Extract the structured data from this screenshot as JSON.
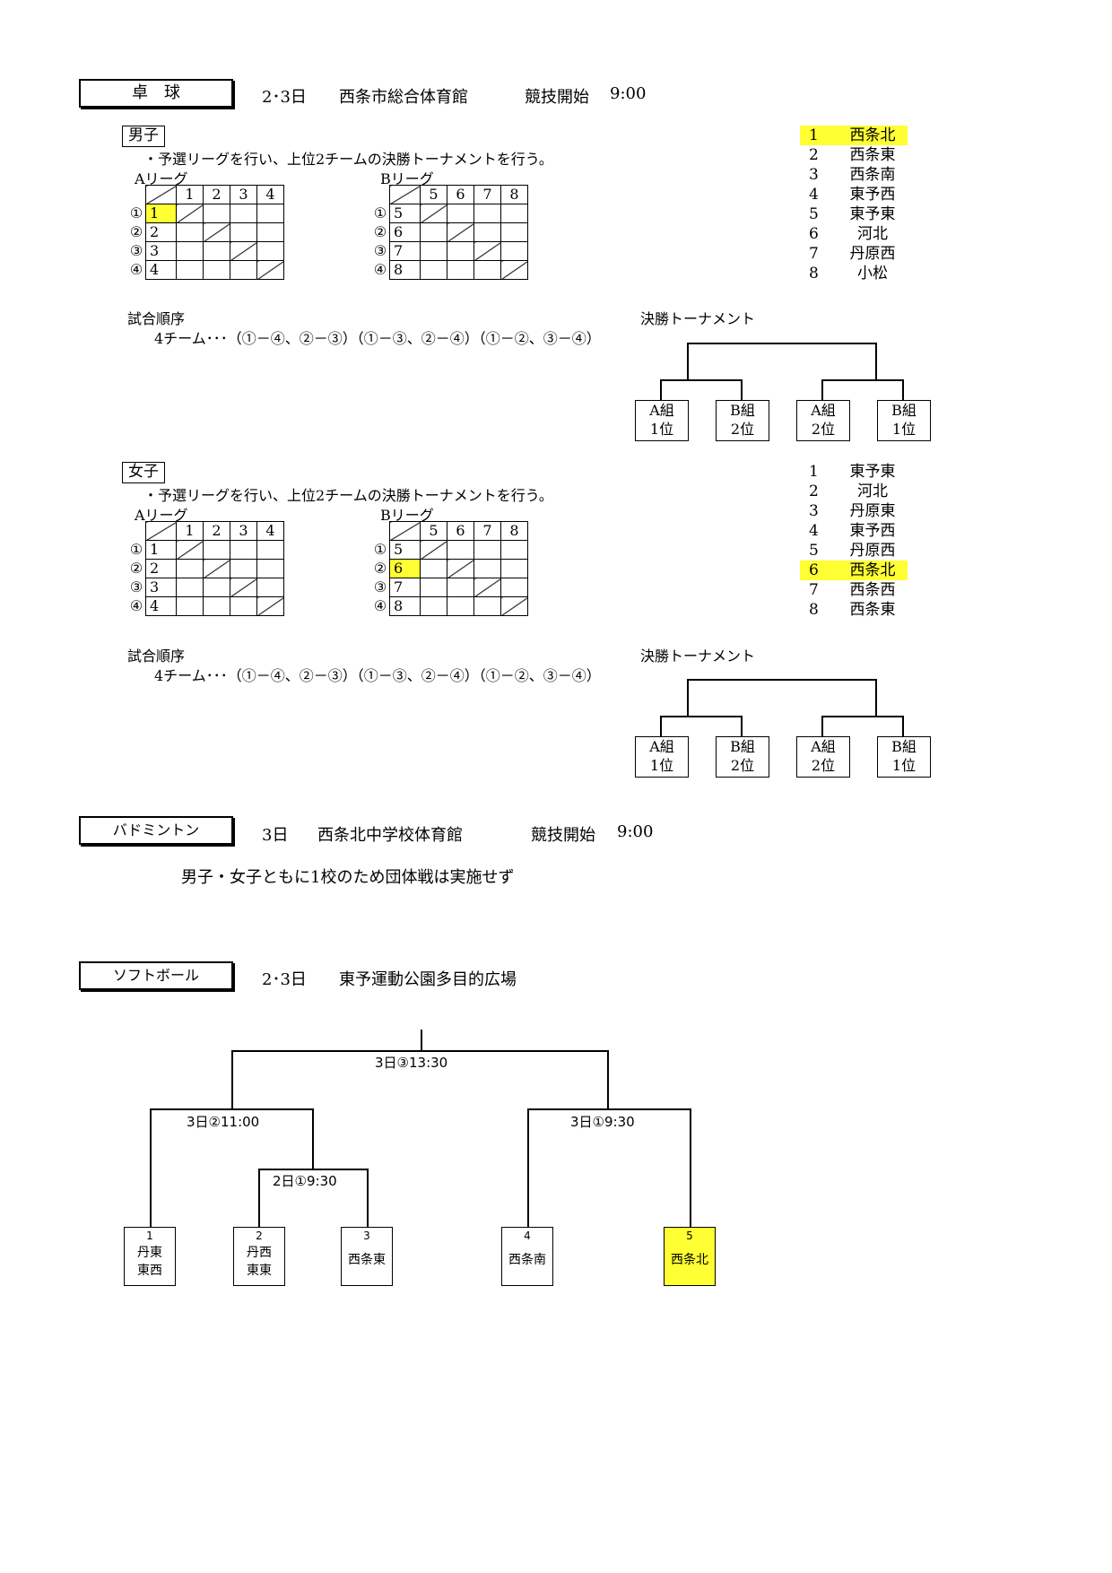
{
  "table_tennis": {
    "title": "卓　球",
    "days": "2･3日",
    "venue": "西条市総合体育館",
    "start": "競技開始",
    "start_time": "9:00",
    "boys": {
      "label": "男子",
      "note": "・予選リーグを行い、上位2チームの決勝トーナメントを行う。",
      "league_a_label": "Aリーグ",
      "league_b_label": "Bリーグ",
      "league_a_cols": [
        "1",
        "2",
        "3",
        "4"
      ],
      "league_b_cols": [
        "5",
        "6",
        "7",
        "8"
      ],
      "row_marks": [
        "①",
        "②",
        "③",
        "④"
      ],
      "league_a_rows": [
        "1",
        "2",
        "3",
        "4"
      ],
      "league_b_rows": [
        "5",
        "6",
        "7",
        "8"
      ],
      "order_label": "試合順序",
      "order_text": "4チーム･･･（①－④、②－③）（①－③、②－④）（①－②、③－④）",
      "tournament_label": "決勝トーナメント",
      "tournament_boxes": [
        [
          "A組",
          "1位"
        ],
        [
          "B組",
          "2位"
        ],
        [
          "A組",
          "2位"
        ],
        [
          "B組",
          "1位"
        ]
      ],
      "teams": [
        {
          "n": "1",
          "t": "西条北"
        },
        {
          "n": "2",
          "t": "西条東"
        },
        {
          "n": "3",
          "t": "西条南"
        },
        {
          "n": "4",
          "t": "東予西"
        },
        {
          "n": "5",
          "t": "東予東"
        },
        {
          "n": "6",
          "t": "河北"
        },
        {
          "n": "7",
          "t": "丹原西"
        },
        {
          "n": "8",
          "t": "小松"
        }
      ]
    },
    "girls": {
      "label": "女子",
      "note": "・予選リーグを行い、上位2チームの決勝トーナメントを行う。",
      "league_a_label": "Aリーグ",
      "league_b_label": "Bリーグ",
      "league_a_cols": [
        "1",
        "2",
        "3",
        "4"
      ],
      "league_b_cols": [
        "5",
        "6",
        "7",
        "8"
      ],
      "row_marks": [
        "①",
        "②",
        "③",
        "④"
      ],
      "league_a_rows": [
        "1",
        "2",
        "3",
        "4"
      ],
      "league_b_rows": [
        "5",
        "6",
        "7",
        "8"
      ],
      "order_label": "試合順序",
      "order_text": "4チーム･･･（①－④、②－③）（①－③、②－④）（①－②、③－④）",
      "tournament_label": "決勝トーナメント",
      "tournament_boxes": [
        [
          "A組",
          "1位"
        ],
        [
          "B組",
          "2位"
        ],
        [
          "A組",
          "2位"
        ],
        [
          "B組",
          "1位"
        ]
      ],
      "teams": [
        {
          "n": "1",
          "t": "東予東"
        },
        {
          "n": "2",
          "t": "河北"
        },
        {
          "n": "3",
          "t": "丹原東"
        },
        {
          "n": "4",
          "t": "東予西"
        },
        {
          "n": "5",
          "t": "丹原西"
        },
        {
          "n": "6",
          "t": "西条北"
        },
        {
          "n": "7",
          "t": "西条西"
        },
        {
          "n": "8",
          "t": "西条東"
        }
      ]
    }
  },
  "badminton": {
    "title": "バドミントン",
    "days": "3日",
    "venue": "西条北中学校体育館",
    "start": "競技開始",
    "start_time": "9:00",
    "note": "男子・女子ともに1校のため団体戦は実施せず"
  },
  "softball": {
    "title": "ソフトボール",
    "days": "2･3日",
    "venue": "東予運動公園多目的広場",
    "times": {
      "final": "3日③13:30",
      "semi_left": "3日②11:00",
      "semi_right": "3日①9:30",
      "first_round": "2日①9:30"
    },
    "teams": [
      {
        "n": "1",
        "l1": "丹東",
        "l2": "東西"
      },
      {
        "n": "2",
        "l1": "丹西",
        "l2": "東東"
      },
      {
        "n": "3",
        "l1": "西条東",
        "l2": ""
      },
      {
        "n": "4",
        "l1": "西条南",
        "l2": ""
      },
      {
        "n": "5",
        "l1": "西条北",
        "l2": ""
      }
    ]
  },
  "highlight_color": "#ffff33"
}
